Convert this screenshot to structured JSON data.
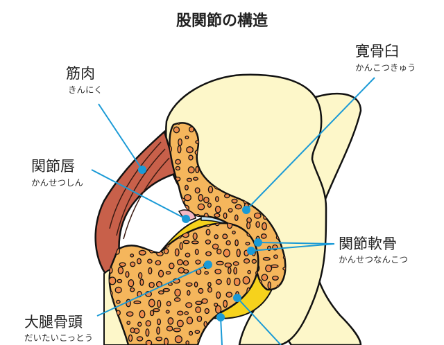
{
  "title": "股関節の構造",
  "labels": {
    "muscle": {
      "name": "筋肉",
      "reading": "きんにく"
    },
    "labrum": {
      "name": "関節唇",
      "reading": "かんせつしん"
    },
    "acetabulum": {
      "name": "寛骨臼",
      "reading": "かんこつきゅう"
    },
    "cartilage": {
      "name": "関節軟骨",
      "reading": "かんせつなんこつ"
    },
    "femoral_head": {
      "name": "大腿骨頭",
      "reading": "だいたいこっとう"
    }
  },
  "colors": {
    "leader": "#1a9ad6",
    "pelvis": "#fdf7c9",
    "spongy_bone": "#f5b65c",
    "bone_hole": "#ee8b4c",
    "muscle": "#c8604a",
    "synovial": "#f6d21c",
    "cartilage": "#c3e4f4",
    "labrum_pink": "#f4b8c4"
  }
}
